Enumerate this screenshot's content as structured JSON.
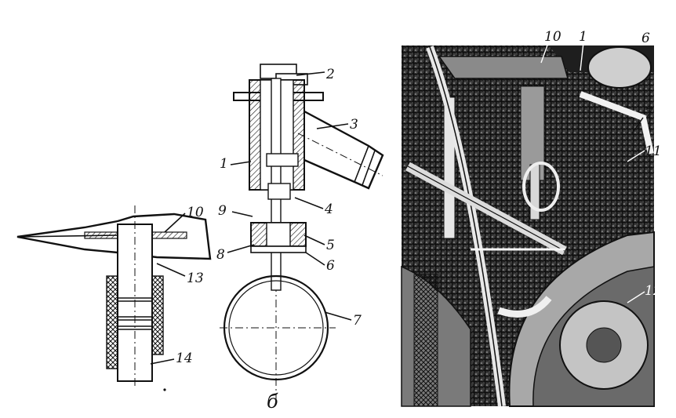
{
  "figure": {
    "sublabel": "б",
    "left_labels": {
      "l10": "10",
      "l13": "13",
      "l14": "14"
    },
    "mid_labels": {
      "l2": "2",
      "l3": "3",
      "l1": "1",
      "l4": "4",
      "l9": "9",
      "l5": "5",
      "l8": "8",
      "l6": "6",
      "l7": "7"
    },
    "photo_labels": {
      "p10": "10",
      "p1": "1",
      "p6": "6",
      "p7": "7",
      "p11": "11",
      "p12": "12"
    }
  }
}
